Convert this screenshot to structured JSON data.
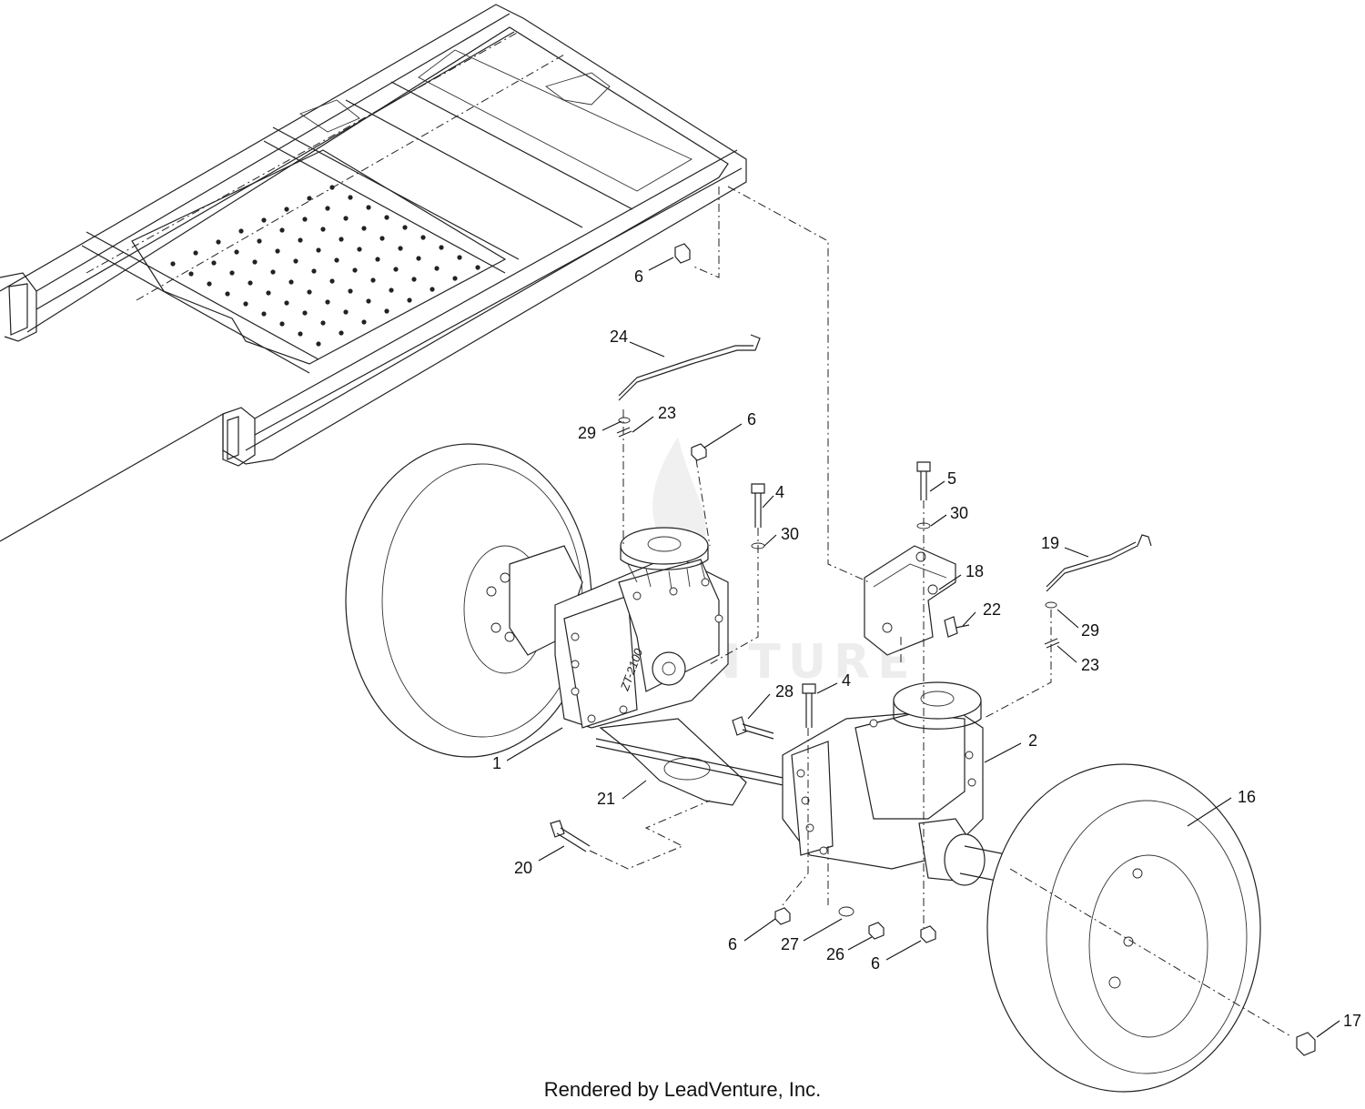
{
  "watermark": "LEADVENTURE",
  "credit": "Rendered by LeadVenture, Inc.",
  "engine_label": "ZT-2100",
  "callouts": [
    {
      "label": "6"
    },
    {
      "label": "24"
    },
    {
      "label": "29"
    },
    {
      "label": "23"
    },
    {
      "label": "6"
    },
    {
      "label": "4"
    },
    {
      "label": "30"
    },
    {
      "label": "5"
    },
    {
      "label": "30"
    },
    {
      "label": "19"
    },
    {
      "label": "18"
    },
    {
      "label": "22"
    },
    {
      "label": "29"
    },
    {
      "label": "23"
    },
    {
      "label": "4"
    },
    {
      "label": "28"
    },
    {
      "label": "2"
    },
    {
      "label": "1"
    },
    {
      "label": "21"
    },
    {
      "label": "16"
    },
    {
      "label": "20"
    },
    {
      "label": "6"
    },
    {
      "label": "27"
    },
    {
      "label": "26"
    },
    {
      "label": "6"
    },
    {
      "label": "17"
    }
  ]
}
